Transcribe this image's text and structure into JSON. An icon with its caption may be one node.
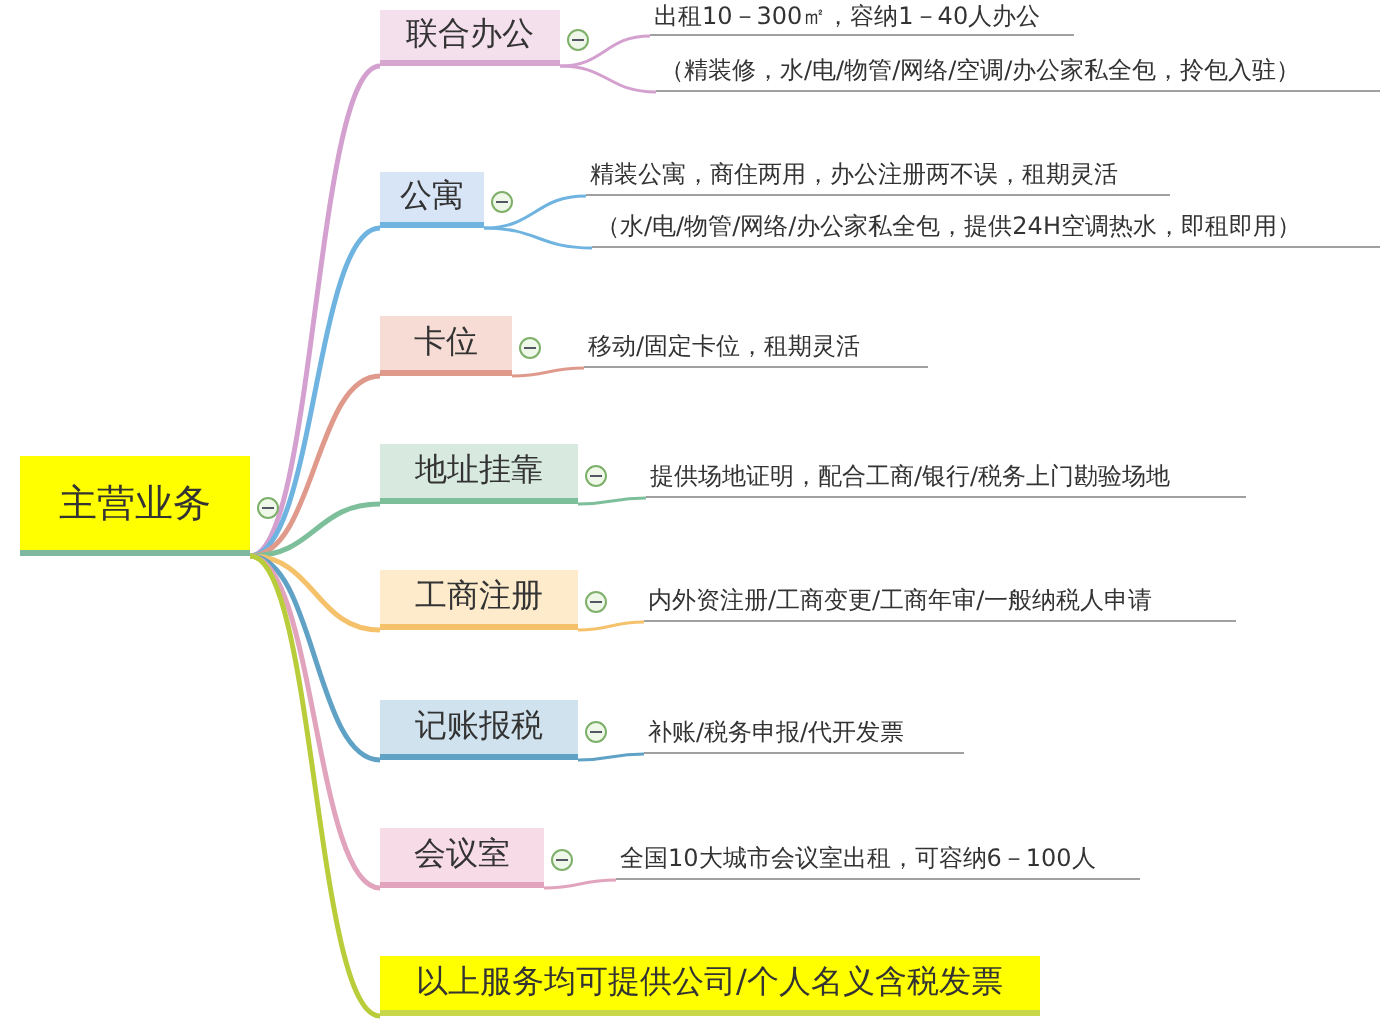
{
  "diagram": {
    "nodes": [
      {
        "text": [
          "主营业务"
        ]
      },
      {
        "text": [
          "联合办公"
        ]
      },
      {
        "text": [
          "出租10－300㎡，容纳1－40人办公"
        ]
      },
      {
        "text": [
          "（精装修，水/电/物管/网络/空调/办公家私全包，拎包入驻）"
        ]
      },
      {
        "text": [
          "公寓"
        ]
      },
      {
        "text": [
          "精装公寓，商住两用，办公注册两不误，租期灵活"
        ]
      },
      {
        "text": [
          "（水/电/物管/网络/办公家私全包，提供24H空调热水，即租即用）"
        ]
      },
      {
        "text": [
          "卡位"
        ]
      },
      {
        "text": [
          "移动/固定卡位，租期灵活"
        ]
      },
      {
        "text": [
          "地址挂靠"
        ]
      },
      {
        "text": [
          "提供场地证明，配合工商/银行/税务上门勘验场地"
        ]
      },
      {
        "text": [
          "工商注册"
        ]
      },
      {
        "text": [
          "内外资注册/工商变更/工商年审/一般纳税人申请"
        ]
      },
      {
        "text": [
          "记账报税"
        ]
      },
      {
        "text": [
          "补账/税务申报/代开发票"
        ]
      },
      {
        "text": [
          "会议室"
        ]
      },
      {
        "text": [
          "全国10大城市会议室出租，可容纳6－100人"
        ]
      },
      {
        "text": [
          "以上服务均可提供公司/个人名义含税发票"
        ]
      }
    ],
    "edges": [
      {
        "from": 0,
        "to": 1,
        "arrow": "none",
        "color": "#d4a0cf"
      },
      {
        "from": 1,
        "to": 2,
        "arrow": "none",
        "color": "#d4a0cf"
      },
      {
        "from": 1,
        "to": 3,
        "arrow": "none",
        "color": "#d4a0cf"
      },
      {
        "from": 0,
        "to": 4,
        "arrow": "none",
        "color": "#6fb3e0"
      },
      {
        "from": 4,
        "to": 5,
        "arrow": "none",
        "color": "#6fb3e0"
      },
      {
        "from": 4,
        "to": 6,
        "arrow": "none",
        "color": "#6fb3e0"
      },
      {
        "from": 0,
        "to": 7,
        "arrow": "none",
        "color": "#e09a8c"
      },
      {
        "from": 7,
        "to": 8,
        "arrow": "none",
        "color": "#e09a8c"
      },
      {
        "from": 0,
        "to": 9,
        "arrow": "none",
        "color": "#7dbf9a"
      },
      {
        "from": 9,
        "to": 10,
        "arrow": "none",
        "color": "#7dbf9a"
      },
      {
        "from": 0,
        "to": 11,
        "arrow": "none",
        "color": "#f5c26b"
      },
      {
        "from": 11,
        "to": 12,
        "arrow": "none",
        "color": "#f5c26b"
      },
      {
        "from": 0,
        "to": 13,
        "arrow": "none",
        "color": "#5fa2c5"
      },
      {
        "from": 13,
        "to": 14,
        "arrow": "none",
        "color": "#5fa2c5"
      },
      {
        "from": 0,
        "to": 15,
        "arrow": "none",
        "color": "#e2a3bd"
      },
      {
        "from": 15,
        "to": 16,
        "arrow": "none",
        "color": "#e2a3bd"
      },
      {
        "from": 0,
        "to": 17,
        "arrow": "none",
        "color": "#b9cc3a"
      }
    ]
  }
}
